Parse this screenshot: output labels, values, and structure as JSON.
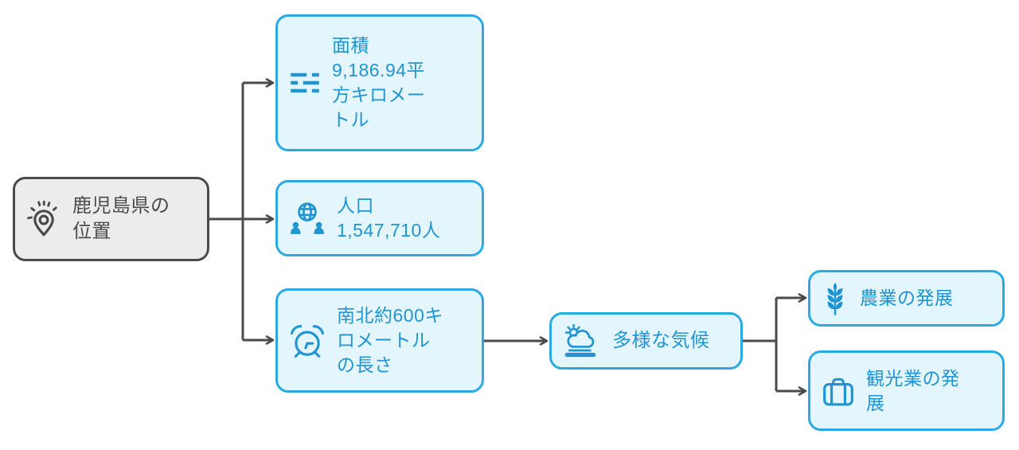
{
  "diagram": {
    "title": "鹿児島県の位置 diagram",
    "nodes": {
      "root": {
        "label": "鹿児島県の\n位置",
        "icon": "location-pin-rays-icon"
      },
      "area": {
        "label": "面積\n9,186.94平\n方キロメー\nトル",
        "icon": "dashed-lines-icon"
      },
      "population": {
        "label": "人口\n1,547,710人",
        "icon": "globe-people-icon"
      },
      "length": {
        "label": "南北約600キ\nロメートル\nの長さ",
        "icon": "alarm-clock-icon"
      },
      "climate": {
        "label": "多様な気候",
        "icon": "sun-cloud-haze-icon"
      },
      "agriculture": {
        "label": "農業の発展",
        "icon": "wheat-icon"
      },
      "tourism": {
        "label": "観光業の発\n展",
        "icon": "suitcase-icon"
      }
    },
    "edges": [
      {
        "from": "root",
        "to": "area"
      },
      {
        "from": "root",
        "to": "population"
      },
      {
        "from": "root",
        "to": "length"
      },
      {
        "from": "length",
        "to": "climate"
      },
      {
        "from": "climate",
        "to": "agriculture"
      },
      {
        "from": "climate",
        "to": "tourism"
      }
    ]
  },
  "colors": {
    "blue_border": "#29abe2",
    "blue_fill": "#e3f5fd",
    "blue_text": "#2095d2",
    "gray_border": "#4a4a4a",
    "gray_fill": "#ececec",
    "gray_text": "#4a4a4a",
    "connector": "#4a4a4a",
    "canvas_bg": "#ffffff"
  }
}
